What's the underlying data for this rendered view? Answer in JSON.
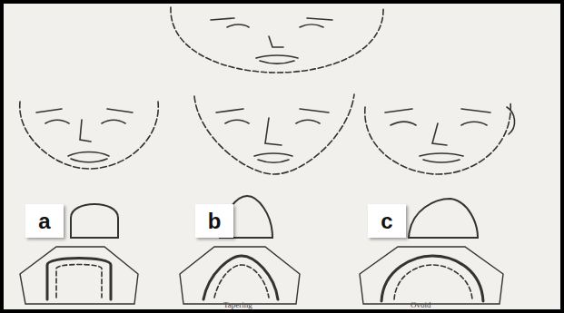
{
  "diagram": {
    "nodes": [
      {
        "text": [
          "a"
        ]
      },
      {
        "text": [
          "b"
        ]
      },
      {
        "text": [
          "c"
        ]
      }
    ],
    "labels": [
      "Tapering",
      "Ovoid"
    ]
  }
}
